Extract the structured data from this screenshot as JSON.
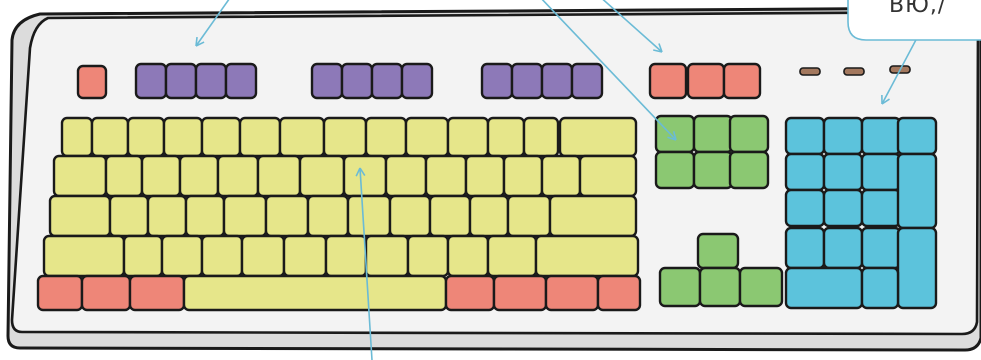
{
  "diagram": {
    "callout_text": "ВЮ,/",
    "colors": {
      "function_keys": "#8d79b8",
      "special_keys": "#ee8678",
      "alphanumeric_keys": "#e6e68a",
      "edit_keys": "#8bc872",
      "numpad_keys": "#5cc3dc",
      "keyboard_body": "#f3f3f3",
      "leader_lines": "#6bbbd6"
    },
    "key_groups": [
      "function-keys",
      "control-keys",
      "alphanumeric-keys",
      "edit-keys",
      "arrow-keys",
      "numpad",
      "indicator-lights"
    ]
  }
}
